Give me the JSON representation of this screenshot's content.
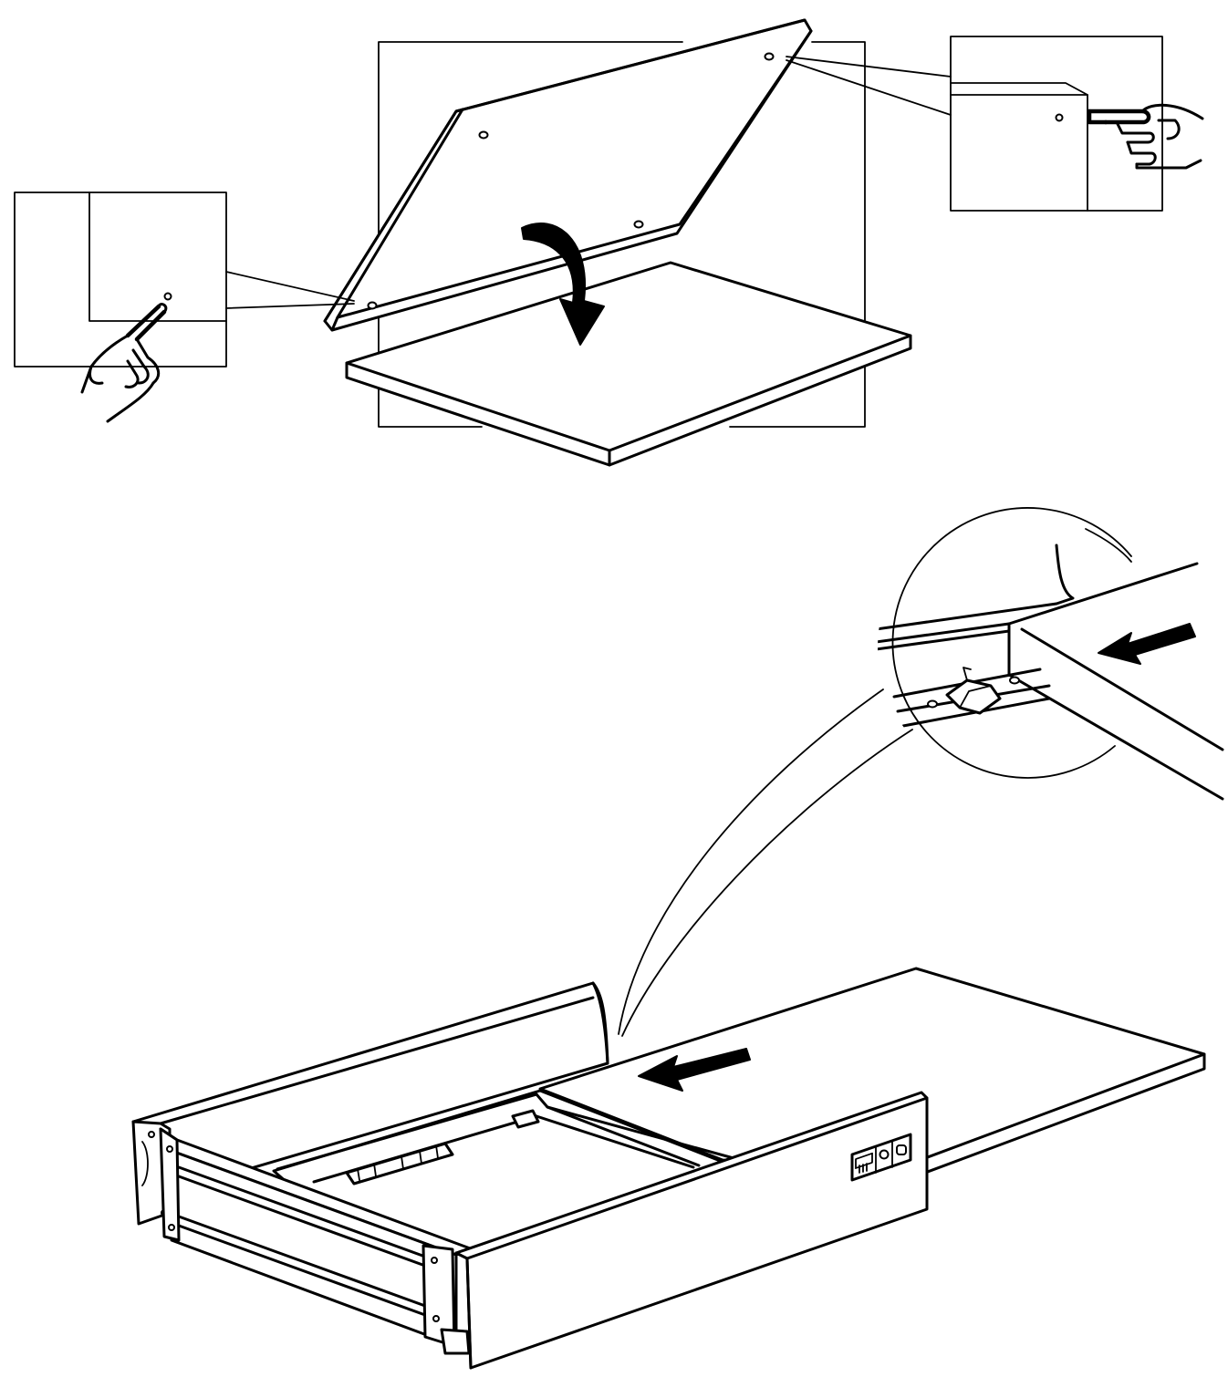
{
  "colors": {
    "ink": "#000000",
    "paper": "#ffffff"
  },
  "step_1": {
    "parts": [
      "top-panel",
      "bottom-panel",
      "rotate-arrow"
    ],
    "callouts": [
      {
        "side": "left",
        "icon": "pointing-hand-icon"
      },
      {
        "side": "right",
        "icon": "pointing-hand-icon"
      }
    ]
  },
  "step_2": {
    "parts": [
      "drawer-box",
      "drawer-front",
      "drawer-bottom-panel",
      "push-arrow",
      "control-panel"
    ],
    "callouts": [
      {
        "shape": "circle",
        "detail": "rail-clip",
        "icon": "push-arrow-icon"
      }
    ]
  }
}
